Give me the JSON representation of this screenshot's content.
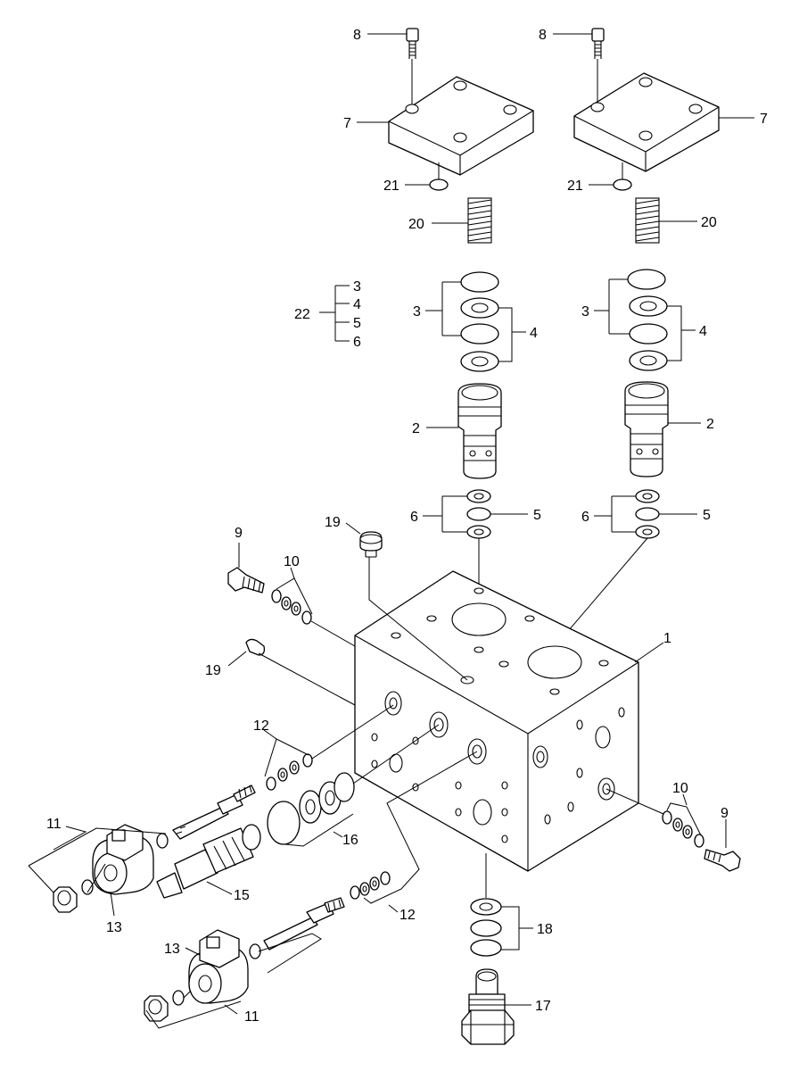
{
  "callouts": {
    "c1": "1",
    "c2a": "2",
    "c2b": "2",
    "c3a": "3",
    "c3b": "3",
    "c3c": "3",
    "c4a": "4",
    "c4b": "4",
    "c4c": "4",
    "c5a": "5",
    "c5b": "5",
    "c5c": "5",
    "c6a": "6",
    "c6b": "6",
    "c6c": "6",
    "c7a": "7",
    "c7b": "7",
    "c8a": "8",
    "c8b": "8",
    "c9a": "9",
    "c9b": "9",
    "c10a": "10",
    "c10b": "10",
    "c11a": "11",
    "c11b": "11",
    "c12a": "12",
    "c12b": "12",
    "c13a": "13",
    "c13b": "13",
    "c15": "15",
    "c16": "16",
    "c17": "17",
    "c18": "18",
    "c19a": "19",
    "c19b": "19",
    "c20a": "20",
    "c20b": "20",
    "c21a": "21",
    "c21b": "21",
    "c22": "22"
  }
}
